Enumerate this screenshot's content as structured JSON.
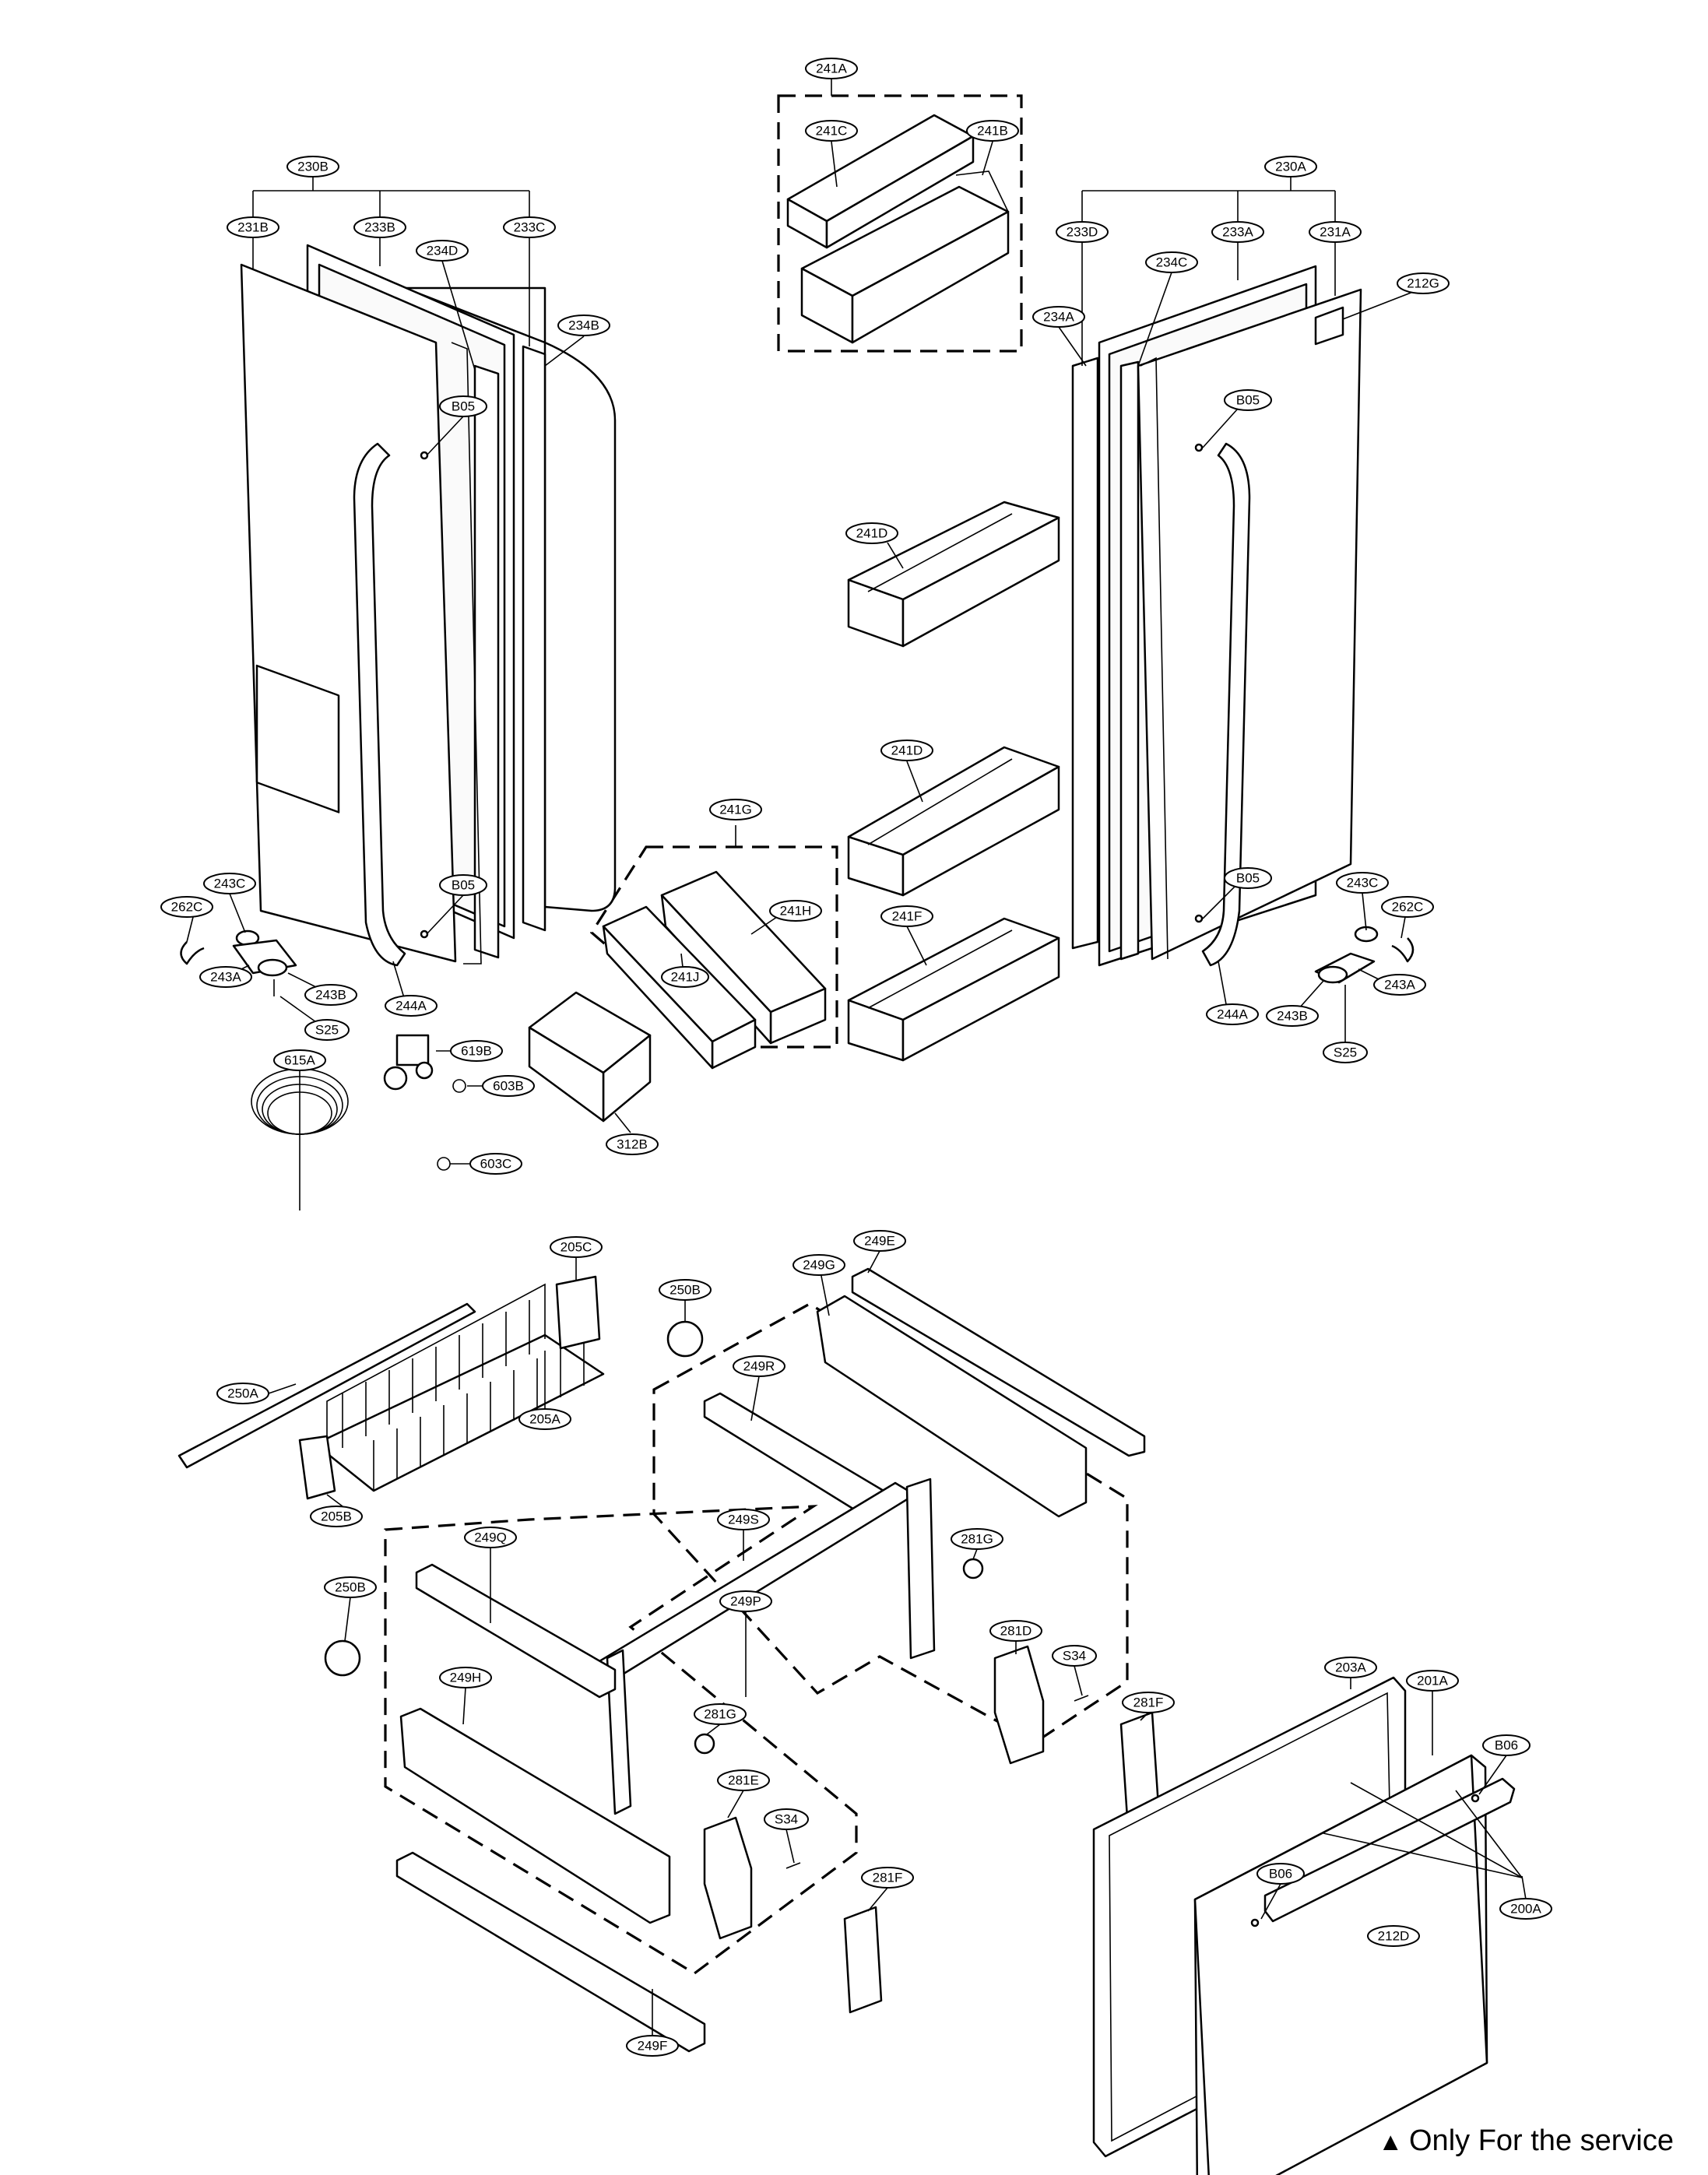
{
  "footnote": {
    "marker": "▲",
    "text": "Only For the service"
  },
  "labels": {
    "l241A": "241A",
    "l241C": "241C",
    "l241B": "241B",
    "l230B": "230B",
    "l231B": "231B",
    "l233B": "233B",
    "l233C": "233C",
    "l234D": "234D",
    "l234B": "234B",
    "l230A": "230A",
    "l233D": "233D",
    "l233A": "233A",
    "l231A": "231A",
    "l234C": "234C",
    "l234A": "234A",
    "l212G": "212G",
    "lB05a": "B05",
    "lB05b": "B05",
    "lB05c": "B05",
    "lB05d": "B05",
    "l241D1": "241D",
    "l241D2": "241D",
    "l241F": "241F",
    "l241G": "241G",
    "l241H": "241H",
    "l241J": "241J",
    "l243C1": "243C",
    "l262C1": "262C",
    "l243A1": "243A",
    "l243B1": "243B",
    "lS25a": "S25",
    "l244A1": "244A",
    "l243C2": "243C",
    "l262C2": "262C",
    "l243A2": "243A",
    "l243B2": "243B",
    "lS25b": "S25",
    "l244A2": "244A",
    "l615A": "615A",
    "l619B": "619B",
    "l603B": "603B",
    "l603C": "603C",
    "l312B": "312B",
    "l205C": "205C",
    "l205A": "205A",
    "l205B": "205B",
    "l250A": "250A",
    "l250B1": "250B",
    "l250B2": "250B",
    "l249G": "249G",
    "l249E": "249E",
    "l249R": "249R",
    "l249S": "249S",
    "l249Q": "249Q",
    "l249P": "249P",
    "l249H": "249H",
    "l249F": "249F",
    "l281G1": "281G",
    "l281G2": "281G",
    "l281D": "281D",
    "lS34a": "S34",
    "l281F1": "281F",
    "l281E": "281E",
    "lS34b": "S34",
    "l281F2": "281F",
    "l203A": "203A",
    "l201A": "201A",
    "lB06a": "B06",
    "lB06b": "B06",
    "l200A": "200A",
    "l212D": "212D"
  }
}
